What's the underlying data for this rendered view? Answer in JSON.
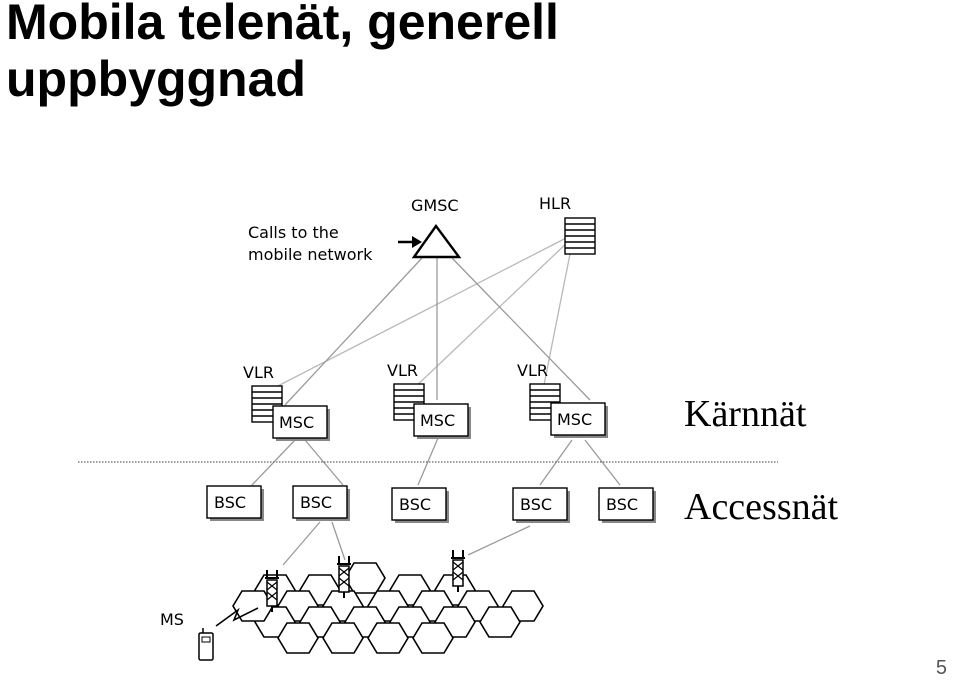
{
  "slide": {
    "title_line1": "Mobila telenät, generell",
    "title_line2": "uppbyggnad",
    "page_number": "5"
  },
  "diagram": {
    "calls_label_line1": "Calls to the",
    "calls_label_line2": "mobile network",
    "gmsc_label": "GMSC",
    "hlr_label": "HLR",
    "vlr_labels": [
      "VLR",
      "VLR",
      "VLR"
    ],
    "msc_labels": [
      "MSC",
      "MSC",
      "MSC"
    ],
    "bsc_labels": [
      "BSC",
      "BSC",
      "BSC",
      "BSC",
      "BSC"
    ],
    "ms_label": "MS",
    "core_network_label": "Kärnnät",
    "access_network_label": "Accessnät"
  }
}
